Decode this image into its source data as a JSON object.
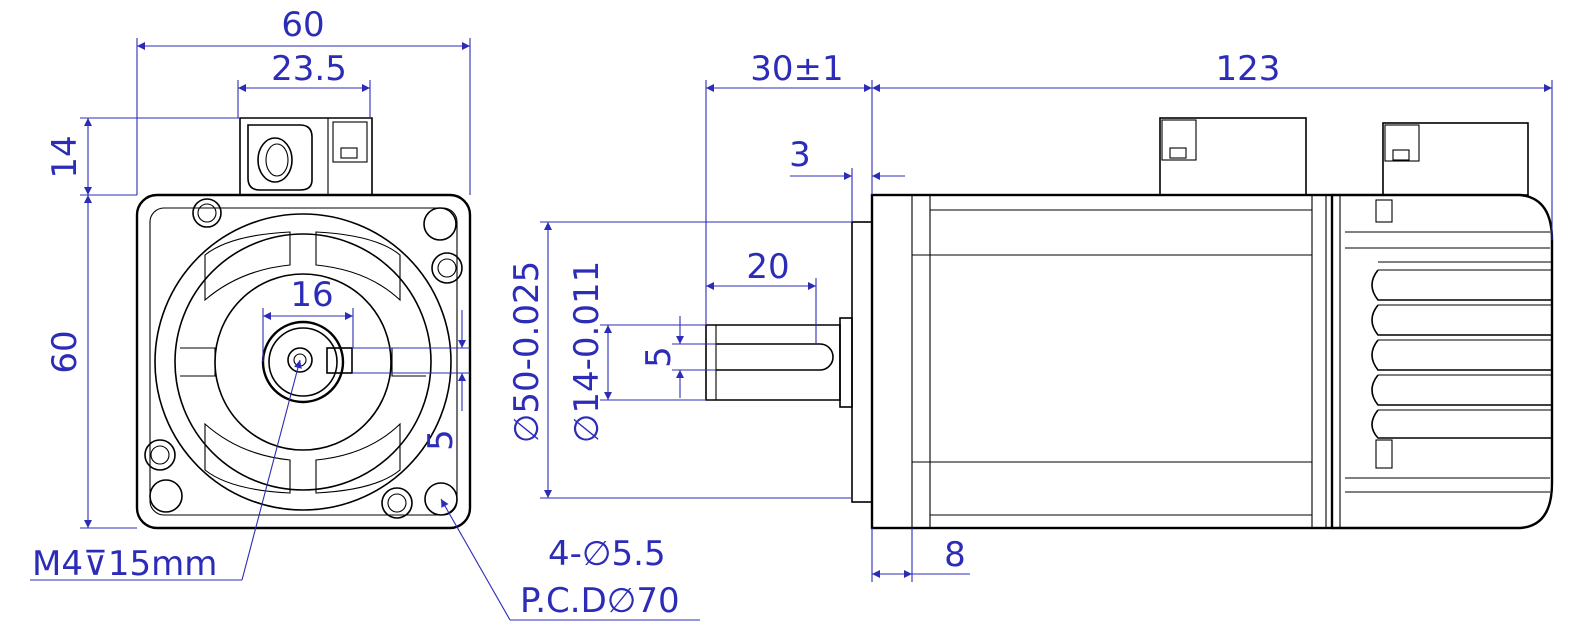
{
  "colors": {
    "line": "#000000",
    "dimension": "#2c2cb8",
    "background": "#ffffff"
  },
  "front_view": {
    "dim_width": "60",
    "dim_connector_offset": "23.5",
    "dim_connector_height": "14",
    "dim_height": "60",
    "dim_shaft": "16",
    "dim_key": "5",
    "callout_center_hole": "M4⊽15mm",
    "callout_holes": "4-∅5.5",
    "callout_pcd": "P.C.D∅70"
  },
  "side_view": {
    "dim_shaft_length": "30±1",
    "dim_body_length": "123",
    "dim_flange_step": "3",
    "dim_key_length": "20",
    "dim_key_width": "5",
    "dim_pilot_diameter": "∅50-0.025",
    "dim_shaft_diameter": "∅14-0.011",
    "dim_flange_thickness": "8"
  }
}
